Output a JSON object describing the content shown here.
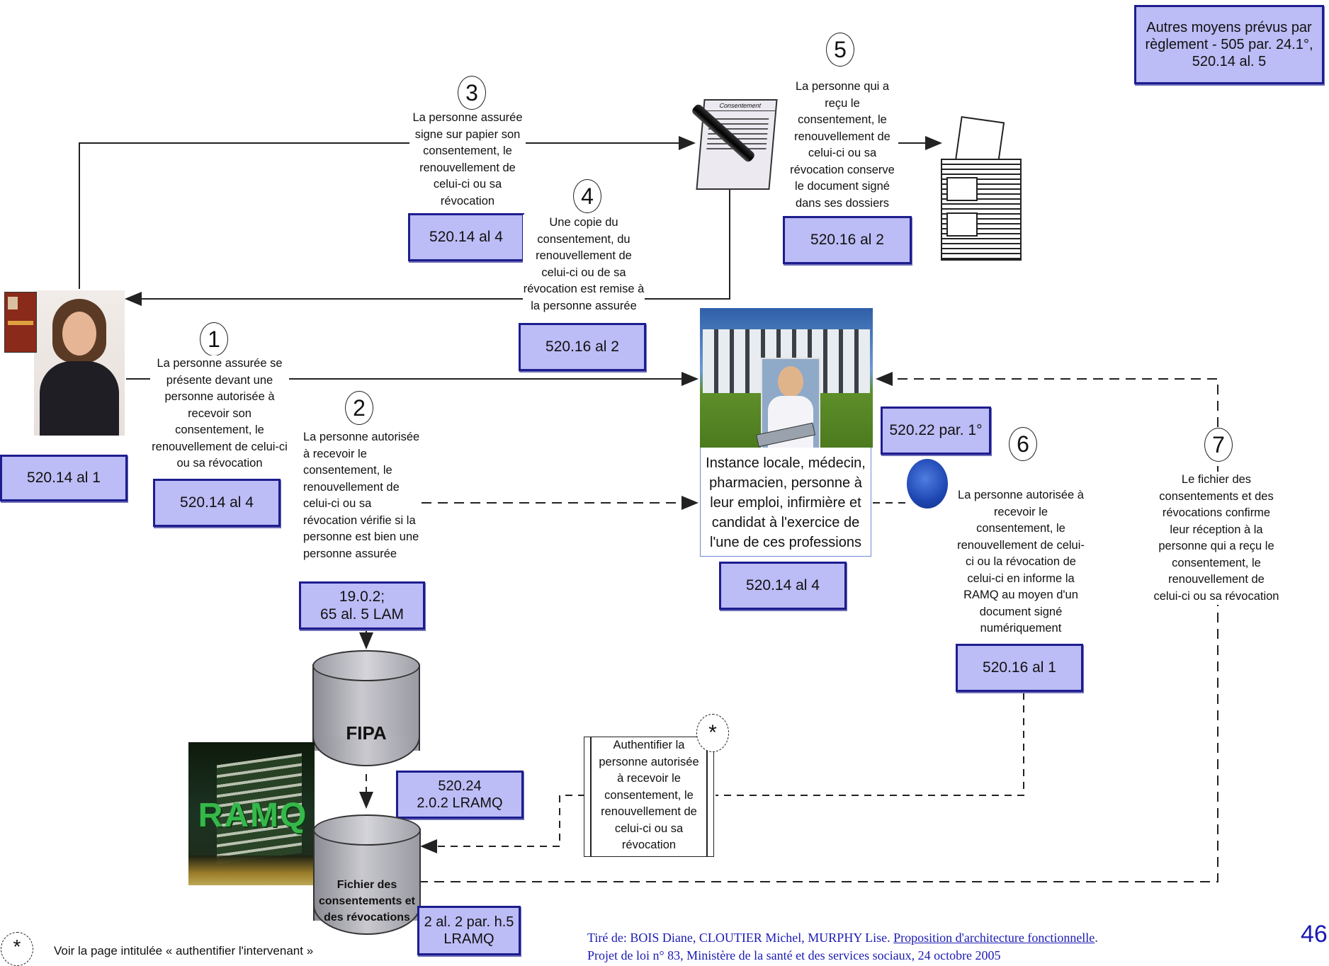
{
  "top_right_box": "Autres moyens prévus par règlement - 505 par. 24.1°, 520.14 al. 5",
  "steps": [
    {
      "number": "1",
      "text": "La personne assurée se présente devant une personne autorisée à recevoir son consentement, le renouvellement de celui-ci ou sa révocation",
      "ref": "520.14 al 4"
    },
    {
      "number": "2",
      "text": "La personne autorisée à recevoir le consentement, le renouvellement de celui-ci ou sa révocation vérifie si la personne est bien une personne assurée",
      "ref": "19.0.2;\n65 al. 5 LAM"
    },
    {
      "number": "3",
      "text": "La personne assurée signe sur papier son consentement, le renouvellement de celui-ci ou sa révocation",
      "ref": "520.14 al 4"
    },
    {
      "number": "4",
      "text": "Une copie du consentement, du renouvellement de celui-ci ou de sa révocation est remise à la personne assurée",
      "ref": "520.16 al 2"
    },
    {
      "number": "5",
      "text": "La personne qui a reçu le consentement, le renouvellement de celui-ci ou sa révocation conserve le document signé dans ses dossiers",
      "ref": "520.16 al 2"
    },
    {
      "number": "6",
      "text": "La personne autorisée à recevoir le consentement, le renouvellement de celui-ci ou la révocation de celui-ci en informe la RAMQ au moyen d'un document signé numériquement",
      "ref": "520.16 al 1"
    },
    {
      "number": "7",
      "text": "Le fichier des consentements et des révocations confirme leur réception à la personne qui a reçu le consentement, le renouvellement de celui-ci ou sa révocation",
      "ref": ""
    }
  ],
  "person_ref": "520.14 al 1",
  "instance": {
    "label": "Instance locale, médecin, pharmacien, personne à leur emploi, infirmière et candidat à l'exercice de l'une de ces professions",
    "ref": "520.14 al 4",
    "ref_side": "520.22 par. 1°"
  },
  "document_label": "Consentement",
  "fipa": {
    "label": "FIPA",
    "ref": "520.24\n2.0.2 LRAMQ"
  },
  "fichier": {
    "label": "Fichier des consentements et des révocations",
    "ref": "2 al. 2 par. h.5\nLRAMQ"
  },
  "ramq_logo": "RAMQ",
  "authentifier": {
    "text": "Authentifier la personne autorisée à recevoir le consentement, le renouvellement de celui-ci ou sa révocation",
    "marker": "*"
  },
  "footnote": {
    "marker": "*",
    "text": "Voir la page intitulée « authentifier l'intervenant »"
  },
  "citation": {
    "prefix": "Tiré de: BOIS Diane, CLOUTIER Michel, MURPHY Lise. ",
    "link": "Proposition d'architecture fonctionnelle",
    "suffix": ".",
    "line2": "Projet de loi n° 83, Ministère de la santé et des services sociaux, 24 octobre 2005"
  },
  "page_number": "46",
  "colors": {
    "box_fill": "#bcbcf6",
    "box_border": "#1d1d8f",
    "line": "#222222"
  }
}
